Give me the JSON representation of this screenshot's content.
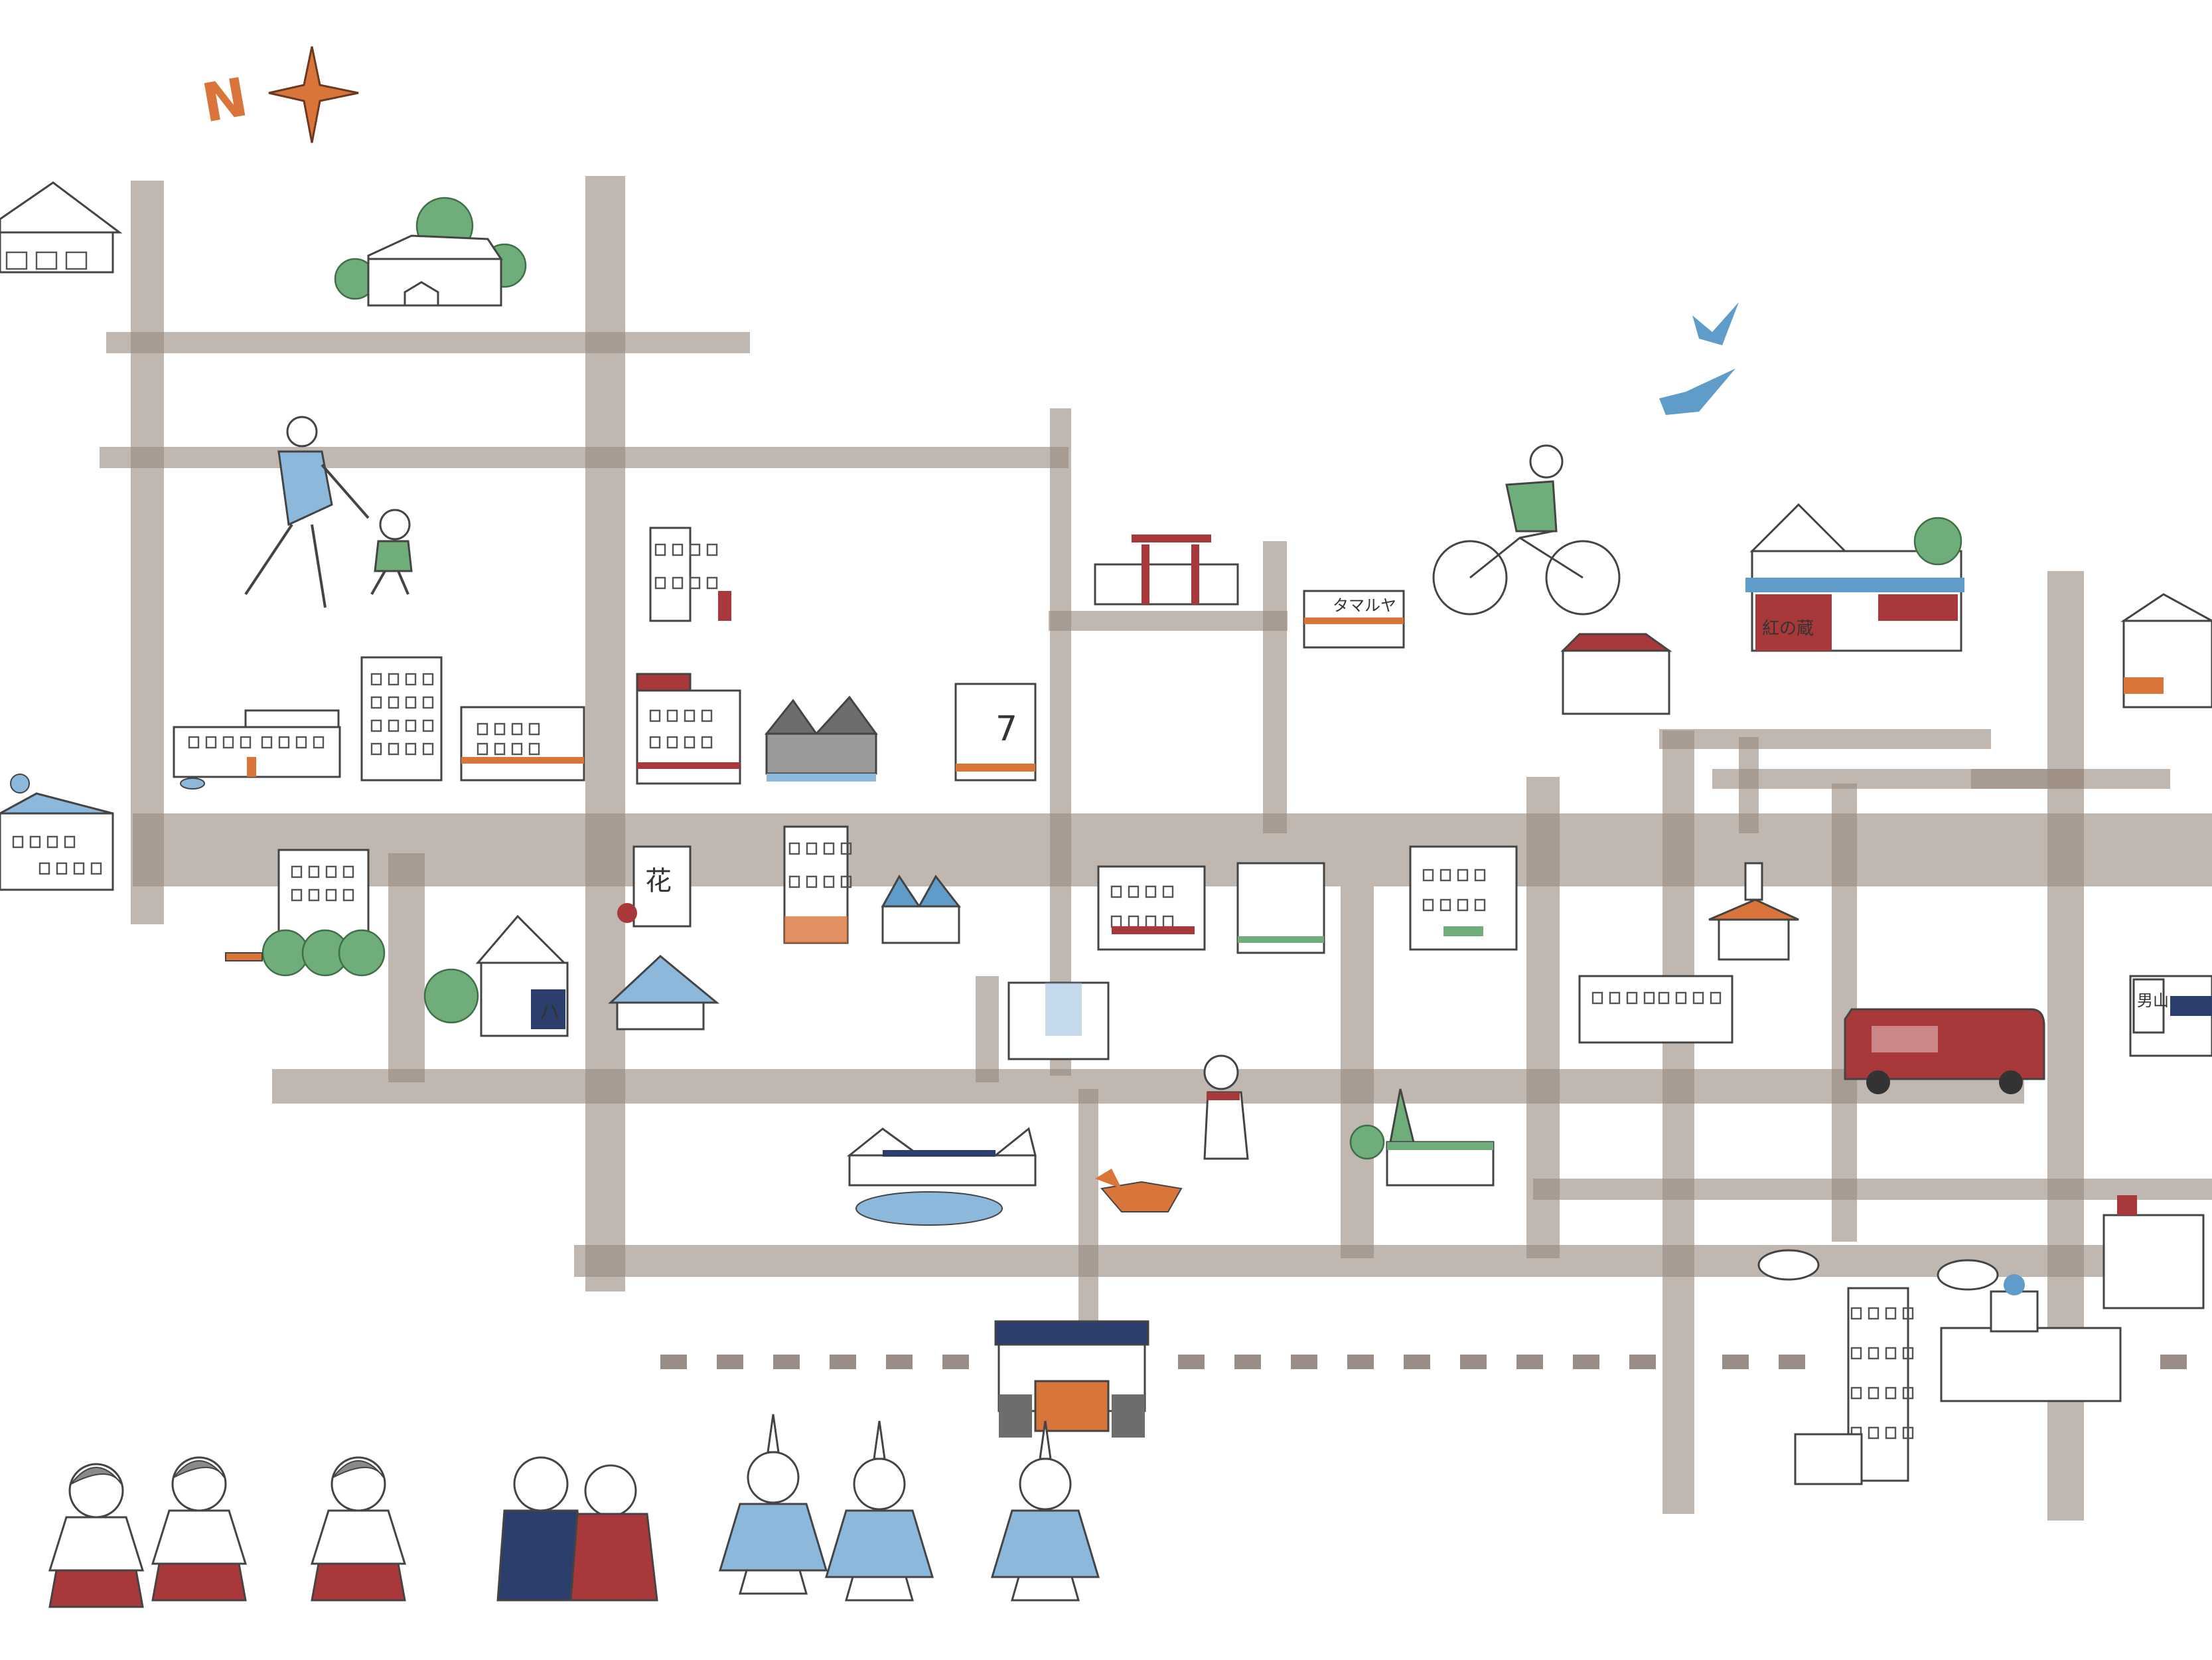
{
  "compass": {
    "label": "N",
    "color": "#d9753a"
  },
  "colors": {
    "road": "#9a8a80",
    "accent_red": "#a8383a",
    "accent_blue": "#5f9cc9",
    "accent_orange": "#d9753a",
    "accent_green": "#6fae7a",
    "navy": "#2c3e6b"
  },
  "signs": {
    "tamaruya": "タマルヤ",
    "hana": "花",
    "ha": "ハ",
    "otokoyama": "男山",
    "seven": "7",
    "benizo": "紅の蔵"
  },
  "icons": [
    "compass-icon",
    "bird-icon",
    "tree-icon",
    "torii-icon",
    "bus-icon",
    "bicycle-icon",
    "fox-icon",
    "cloud-icon",
    "hina-doll-icon"
  ]
}
